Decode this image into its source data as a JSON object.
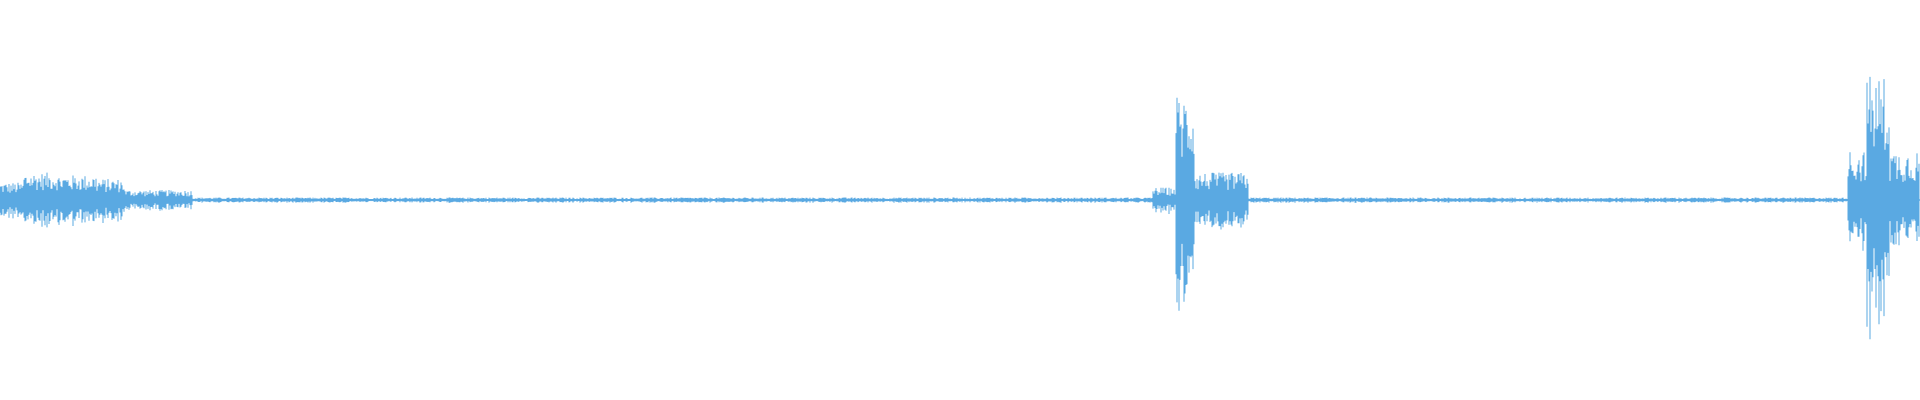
{
  "waveform": {
    "color": "#5aa9e2",
    "segments": [
      {
        "t0": 0.0,
        "t1": 0.012,
        "amp": 0.14
      },
      {
        "t0": 0.012,
        "t1": 0.03,
        "amp": 0.22
      },
      {
        "t0": 0.03,
        "t1": 0.05,
        "amp": 0.2
      },
      {
        "t0": 0.05,
        "t1": 0.065,
        "amp": 0.17
      },
      {
        "t0": 0.065,
        "t1": 0.1,
        "amp": 0.08
      },
      {
        "t0": 0.1,
        "t1": 0.6,
        "amp": 0.02
      },
      {
        "t0": 0.6,
        "t1": 0.612,
        "amp": 0.1
      },
      {
        "t0": 0.612,
        "t1": 0.622,
        "amp": 0.85
      },
      {
        "t0": 0.622,
        "t1": 0.65,
        "amp": 0.22
      },
      {
        "t0": 0.65,
        "t1": 0.962,
        "amp": 0.02
      },
      {
        "t0": 0.962,
        "t1": 0.972,
        "amp": 0.4
      },
      {
        "t0": 0.972,
        "t1": 0.984,
        "amp": 1.0
      },
      {
        "t0": 0.984,
        "t1": 1.0,
        "amp": 0.4
      }
    ]
  }
}
